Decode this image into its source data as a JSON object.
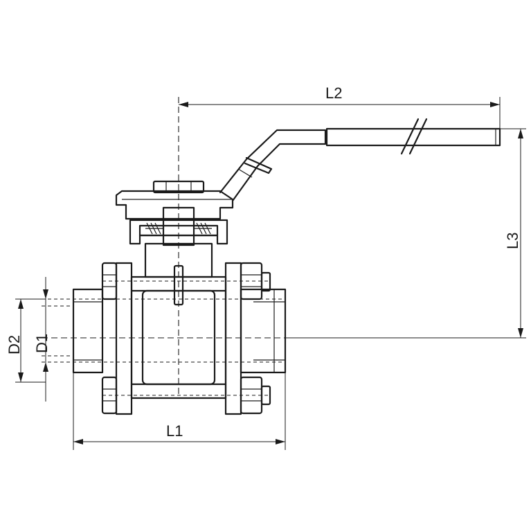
{
  "diagram": {
    "dimensions": {
      "L1": "L1",
      "L2": "L2",
      "L3": "L3",
      "D1": "D1",
      "D2": "D2"
    }
  }
}
